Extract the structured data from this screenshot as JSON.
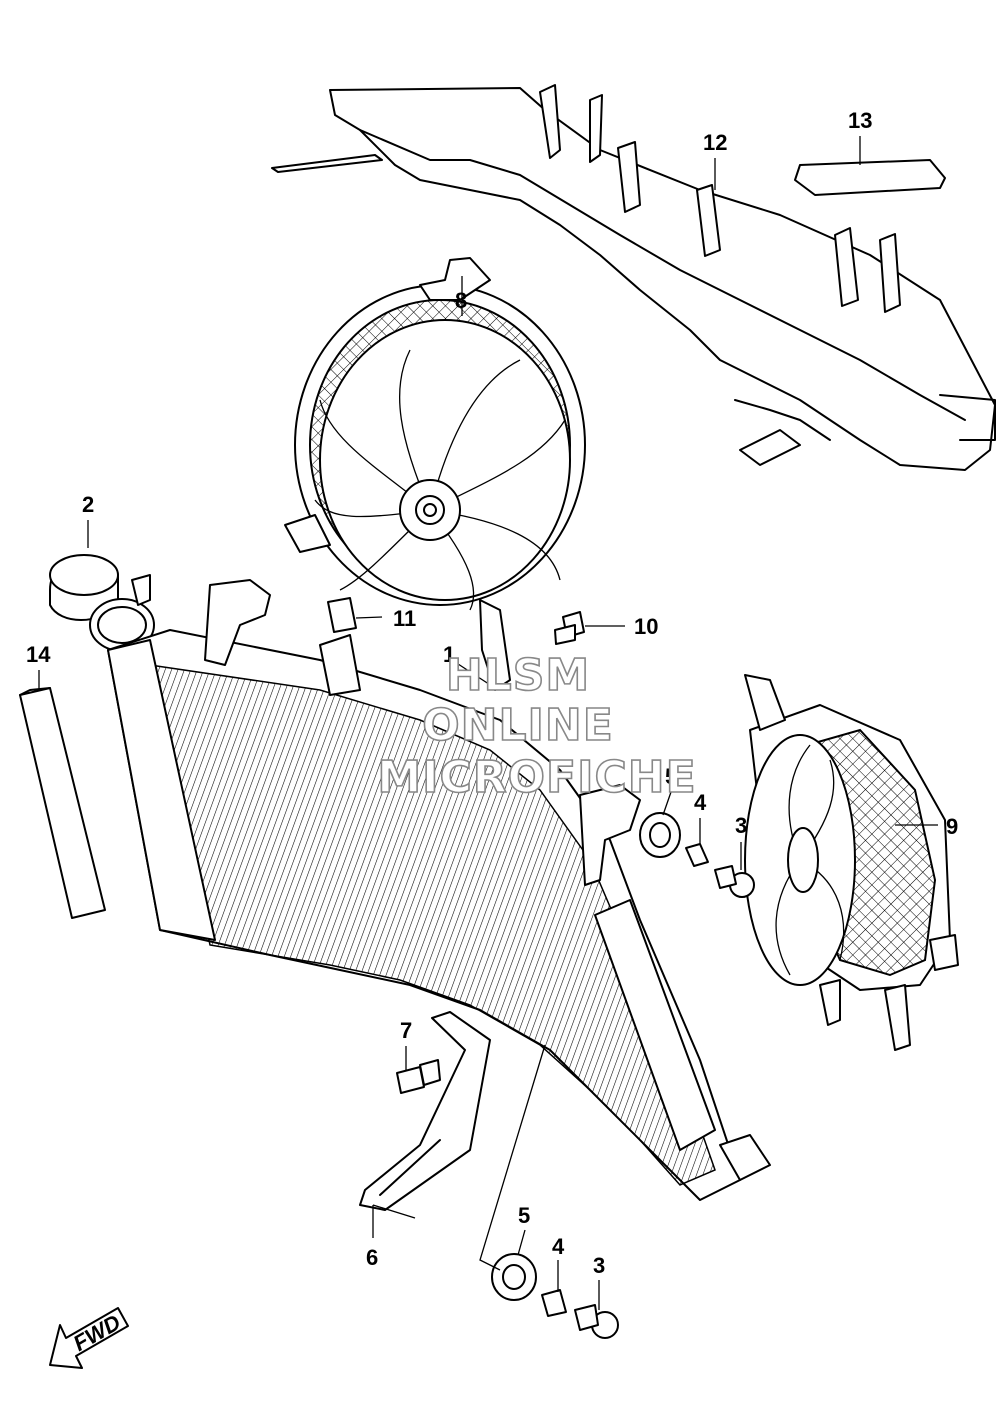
{
  "watermark": {
    "line1": "HLSM",
    "line2": "ONLINE",
    "line3": "MICROFICHE"
  },
  "direction_arrow": {
    "label": "FWD"
  },
  "callouts": [
    {
      "id": "c13",
      "text": "13"
    },
    {
      "id": "c12",
      "text": "12"
    },
    {
      "id": "c8",
      "text": "8"
    },
    {
      "id": "c2",
      "text": "2"
    },
    {
      "id": "c11",
      "text": "11"
    },
    {
      "id": "c10",
      "text": "10"
    },
    {
      "id": "c1",
      "text": "1"
    },
    {
      "id": "c14",
      "text": "14"
    },
    {
      "id": "c5a",
      "text": "5"
    },
    {
      "id": "c4a",
      "text": "4"
    },
    {
      "id": "c3a",
      "text": "3"
    },
    {
      "id": "c9",
      "text": "9"
    },
    {
      "id": "c7",
      "text": "7"
    },
    {
      "id": "c6",
      "text": "6"
    },
    {
      "id": "c5b",
      "text": "5"
    },
    {
      "id": "c4b",
      "text": "4"
    },
    {
      "id": "c3b",
      "text": "3"
    }
  ]
}
